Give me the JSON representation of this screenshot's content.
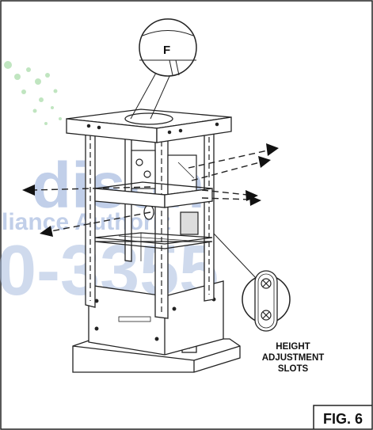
{
  "callout_letter": "F",
  "label_lines": [
    "HEIGHT",
    "ADJUSTMENT",
    "SLOTS"
  ],
  "figure_label": "FIG. 6",
  "watermark": {
    "line1": "dison",
    "line2": "liance Authoriz",
    "line3": "0-3355",
    "color": "#8fa8d8"
  }
}
